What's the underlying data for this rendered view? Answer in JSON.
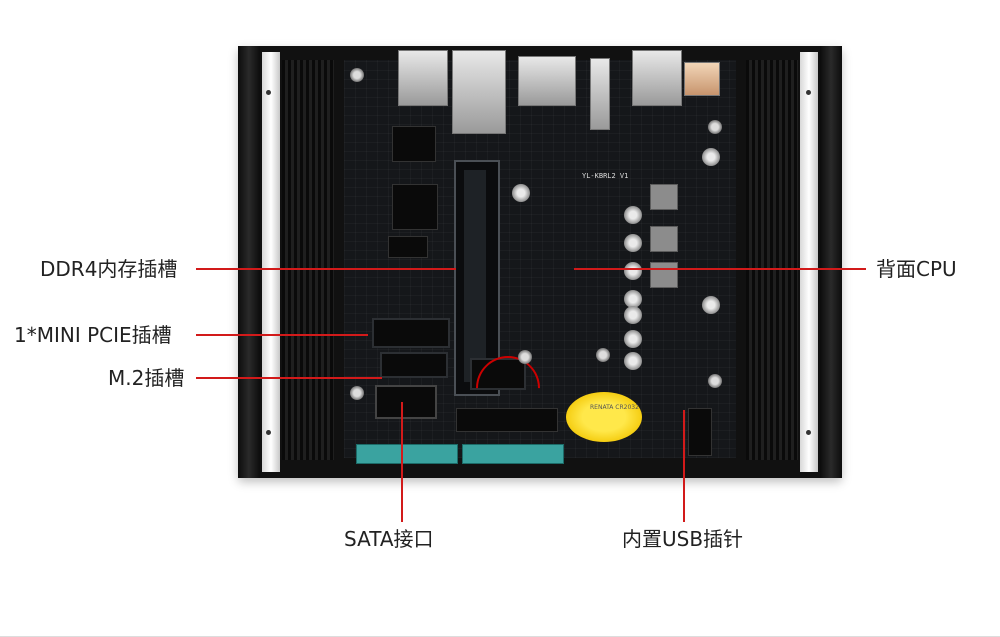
{
  "callouts": {
    "ddr4": "DDR4内存插槽",
    "mini_pcie": "1*MINI PCIE插槽",
    "m2": "M.2插槽",
    "cpu": "背面CPU",
    "sata": "SATA接口",
    "usb_header": "内置USB插针"
  },
  "board_marking": "YL-KBRL2 V1",
  "battery_marking": "RENATA CR2032",
  "colors": {
    "callout_line": "#d21a1a",
    "label_text": "#222222"
  }
}
